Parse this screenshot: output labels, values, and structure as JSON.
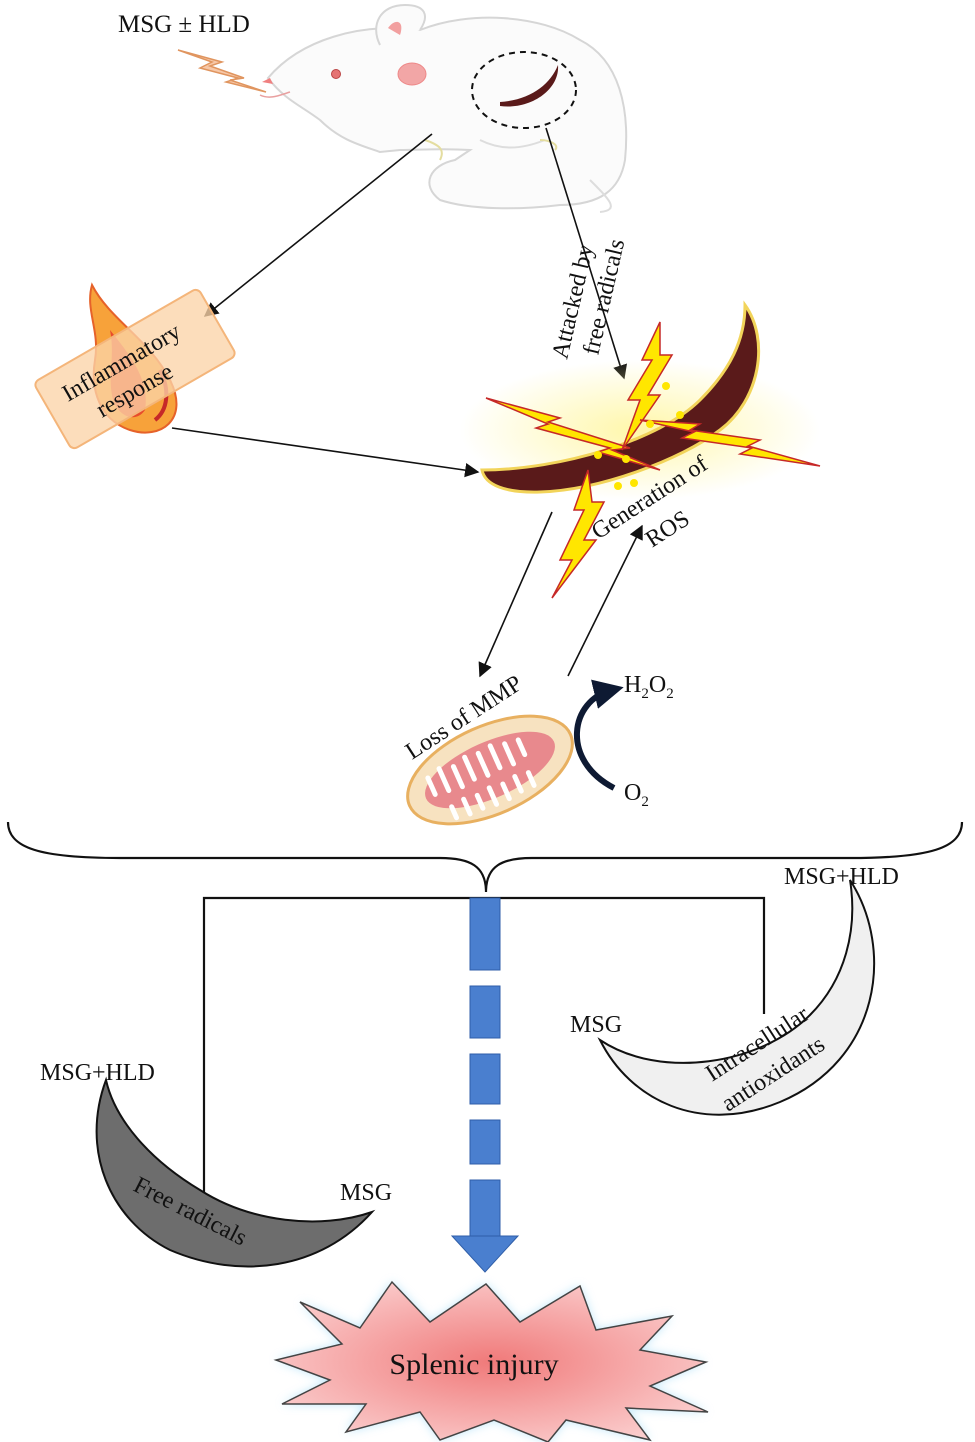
{
  "labels": {
    "treatment": "MSG ± HLD",
    "attacked_line1": "Attacked by",
    "attacked_line2": "free radicals",
    "inflammatory_line1": "Inflammatory",
    "inflammatory_line2": "response",
    "generation_line1": "Generation of",
    "generation_line2": "ROS",
    "loss_mmp": "Loss of MMP",
    "h2o2_h": "H",
    "h2o2_2a": "2",
    "h2o2_o": "O",
    "h2o2_2b": "2",
    "o2_o": "O",
    "o2_2": "2",
    "right_top": "MSG+HLD",
    "right_bottom": "MSG",
    "antiox_line1": "Intracellular",
    "antiox_line2": "antioxidants",
    "left_top": "MSG+HLD",
    "left_bottom": "MSG",
    "free_radicals": "Free radicals",
    "outcome": "Splenic injury"
  },
  "colors": {
    "spleen": "#5a1a1a",
    "arrow_blue": "#4a7fcf",
    "free_radicals_fill": "#6d6d6d",
    "antioxidants_fill": "#f0f0f0",
    "injury_fill": "#f4a7a7",
    "lightning": "#ffe600",
    "flame": "#f4a020",
    "mito_fill": "#f7e2c0"
  }
}
